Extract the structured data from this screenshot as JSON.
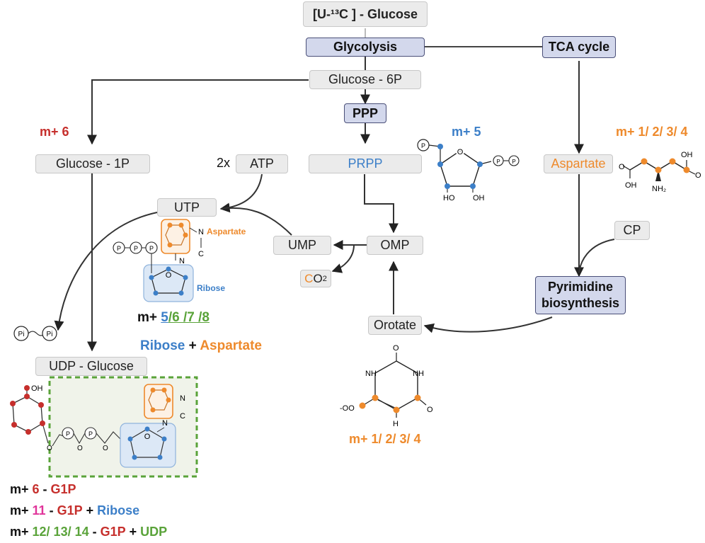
{
  "nodes": {
    "glucose_u13c": "[U-¹³C ] - Glucose",
    "glycolysis": "Glycolysis",
    "tca": "TCA cycle",
    "glucose6p": "Glucose - 6P",
    "ppp": "PPP",
    "glucose1p": "Glucose - 1P",
    "atp": "ATP",
    "atp_prefix": "2x",
    "prpp": "PRPP",
    "aspartate": "Aspartate",
    "utp": "UTP",
    "ump": "UMP",
    "omp": "OMP",
    "cp": "CP",
    "pyrimidine": "Pyrimidine biosynthesis",
    "orotate": "Orotate",
    "udp_glucose": "UDP - Glucose",
    "co2_c": "C",
    "co2_o": "O",
    "co2_sub": "2"
  },
  "labels": {
    "m6": "m+ 6",
    "m5": "m+ 5",
    "m1234_asp": "m+ 1/ 2/ 3/ 4",
    "m1234_oro": "m+ 1/ 2/ 3/ 4",
    "utp_m": "m+",
    "utp_m5": "5",
    "utp_m678": "/6 /7 /8",
    "ribose_word": "Ribose",
    "plus": "+",
    "aspartate_word": "Aspartate",
    "utp_aspartate_tag": "Aspartate",
    "utp_ribose_tag": "Ribose"
  },
  "legend": [
    {
      "prefix": "m+",
      "num": "6",
      "num_color": "#c62f2c",
      "sep": "-",
      "parts": [
        {
          "text": "G1P",
          "color": "#c62f2c"
        }
      ]
    },
    {
      "prefix": "m+",
      "num": "11",
      "num_color": "#e0349a",
      "sep": "-",
      "parts": [
        {
          "text": "G1P",
          "color": "#c62f2c"
        },
        {
          "text": "+",
          "color": "#111111"
        },
        {
          "text": "Ribose",
          "color": "#3c7fc8"
        }
      ]
    },
    {
      "prefix": "m+",
      "num": "12/ 13/ 14",
      "num_color": "#5aa33a",
      "sep": "-",
      "parts": [
        {
          "text": "G1P",
          "color": "#c62f2c"
        },
        {
          "text": "+",
          "color": "#111111"
        },
        {
          "text": "UDP",
          "color": "#5aa33a"
        }
      ]
    }
  ],
  "chem": {
    "p": "P",
    "pi": "Pi",
    "o": "O",
    "n": "N",
    "c": "C",
    "h": "H",
    "nh": "NH",
    "oh": "OH",
    "ho": "HO",
    "nh2": "NH₂",
    "coo_minus": "-OO"
  },
  "colors": {
    "red": "#c62f2c",
    "blue": "#3c7fc8",
    "orange": "#ee8a2c",
    "green": "#5aa33a",
    "pink": "#e0349a",
    "box_fill": "#ebebeb",
    "pathway_fill": "#d3d8ec"
  }
}
